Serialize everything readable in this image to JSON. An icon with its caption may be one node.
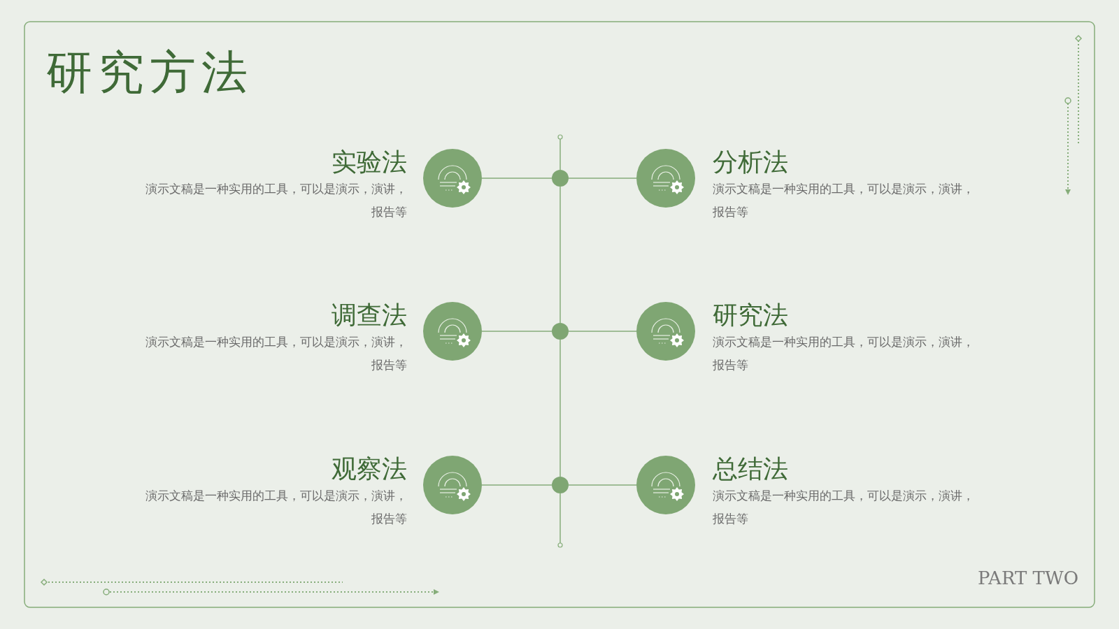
{
  "diagram": {
    "title": "研究方法",
    "nodes": [
      {
        "text": [],
        "shape": "circle",
        "beside": [
          "实验法",
          "演示文稿是一种实用的工具，可以是演示，演讲，报告等"
        ]
      },
      {
        "text": [],
        "shape": "circle"
      },
      {
        "text": [],
        "shape": "circle",
        "beside": [
          "分析法",
          "演示文稿是一种实用的工具，可以是演示，演讲，报告等"
        ]
      },
      {
        "text": [],
        "shape": "circle",
        "beside": [
          "调查法",
          "演示文稿是一种实用的工具，可以是演示，演讲，报告等"
        ]
      },
      {
        "text": [],
        "shape": "circle"
      },
      {
        "text": [],
        "shape": "circle",
        "beside": [
          "研究法",
          "演示文稿是一种实用的工具，可以是演示，演讲，报告等"
        ]
      },
      {
        "text": [],
        "shape": "circle",
        "beside": [
          "观察法",
          "演示文稿是一种实用的工具，可以是演示，演讲，报告等"
        ]
      },
      {
        "text": [],
        "shape": "circle"
      },
      {
        "text": [],
        "shape": "circle",
        "beside": [
          "总结法",
          "演示文稿是一种实用的工具，可以是演示，演讲，报告等"
        ]
      }
    ],
    "edges": [
      {
        "from": 0,
        "to": 1,
        "arrow": "none"
      },
      {
        "from": 1,
        "to": 2,
        "arrow": "none"
      },
      {
        "from": 3,
        "to": 4,
        "arrow": "none"
      },
      {
        "from": 4,
        "to": 5,
        "arrow": "none"
      },
      {
        "from": 6,
        "to": 7,
        "arrow": "none"
      },
      {
        "from": 7,
        "to": 8,
        "arrow": "none"
      },
      {
        "from": 1,
        "to": 4,
        "arrow": "none"
      },
      {
        "from": 4,
        "to": 7,
        "arrow": "none"
      }
    ],
    "labels": [
      "PART TWO"
    ]
  }
}
